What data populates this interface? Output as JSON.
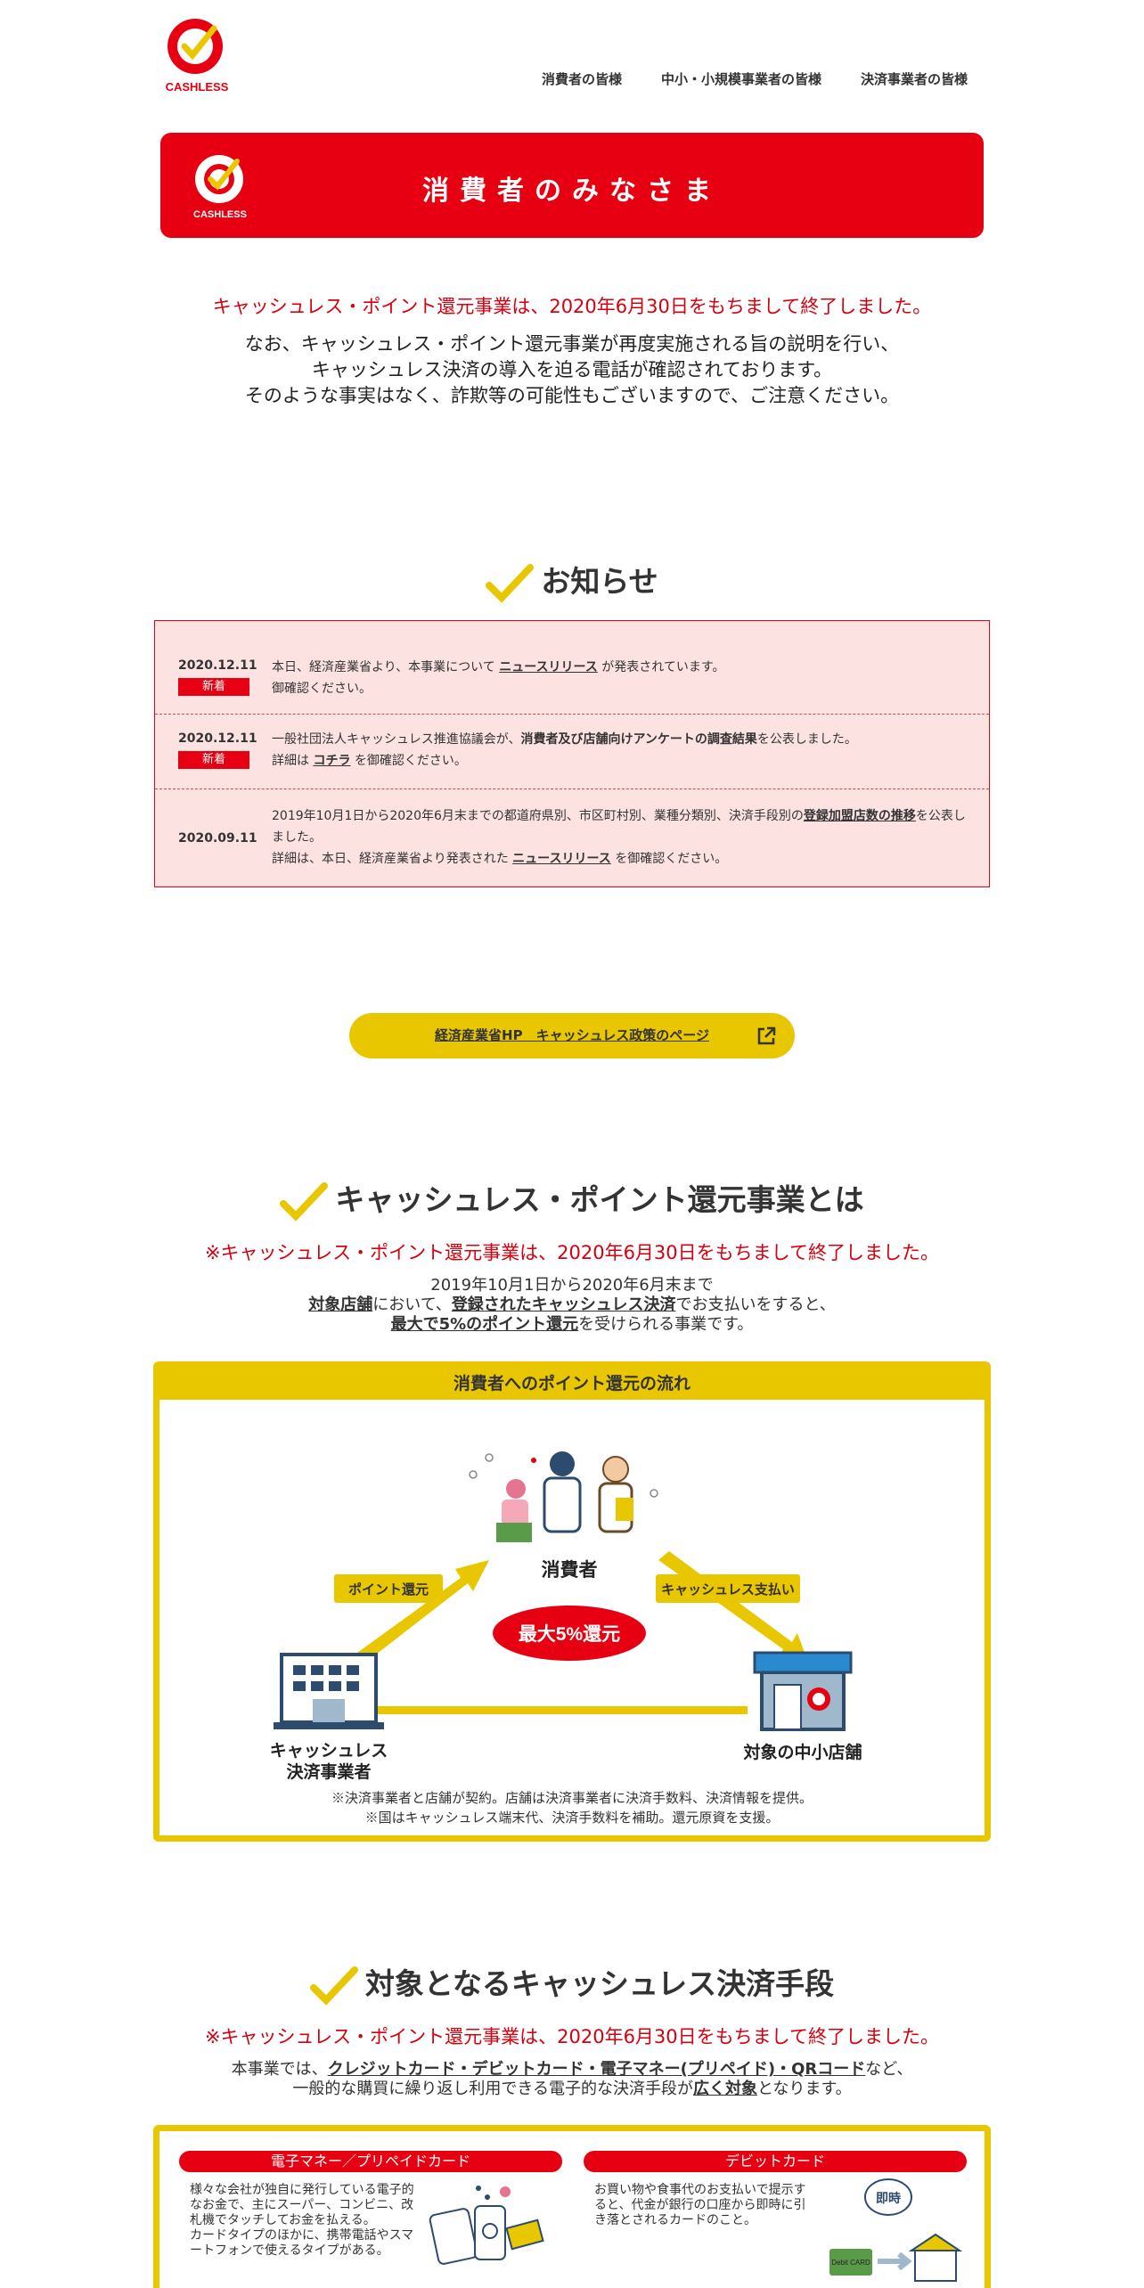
{
  "header": {
    "logo_text": "CASHLESS",
    "nav": [
      "消費者の皆様",
      "中小・小規模事業者の皆様",
      "決済事業者の皆様"
    ]
  },
  "hero": {
    "title": "消費者のみなさま",
    "logo_text": "CASHLESS"
  },
  "intro": {
    "notice": "キャッシュレス・ポイント還元事業は、2020年6月30日をもちまして終了しました。",
    "lines": [
      "なお、キャッシュレス・ポイント還元事業が再度実施される旨の説明を行い、",
      "キャッシュレス決済の導入を迫る電話が確認されております。",
      "そのような事実はなく、詐欺等の可能性もございますので、ご注意ください。"
    ]
  },
  "news_section": {
    "title": "お知らせ",
    "items": [
      {
        "date": "2020.12.11",
        "badge": "新着",
        "t1": "本日、経済産業省より、本事業について ",
        "link1": "ニュースリリース",
        "t2": " が発表されています。",
        "line2": "御確認ください。"
      },
      {
        "date": "2020.12.11",
        "badge": "新着",
        "t1": "一般社団法人キャッシュレス推進協議会が、",
        "link1": "消費者及び店舗向けアンケートの調査結果",
        "t2": "を公表しました。",
        "line2a": "詳細は ",
        "link2": "コチラ",
        "line2b": " を御確認ください。"
      },
      {
        "date": "2020.09.11",
        "t1": "2019年10月1日から2020年6月末までの都道府県別、市区町村別、業種分類別、決済手段別の",
        "link1": "登録加盟店数の推移",
        "t2": "を公表しました。",
        "line2a": "詳細は、本日、経済産業省より発表された ",
        "link2": "ニュースリリース",
        "line2b": " を御確認ください。"
      }
    ]
  },
  "policy_button": "経済産業省HP　キャッシュレス政策のページ",
  "about": {
    "title": "キャッシュレス・ポイント還元事業とは",
    "notice": "※キャッシュレス・ポイント還元事業は、2020年6月30日をもちまして終了しました。",
    "line1": "2019年10月1日から2020年6月末まで",
    "line2_a": "対象店舗",
    "line2_b": "において、",
    "line2_c": "登録されたキャッシュレス決済",
    "line2_d": "でお支払いをすると、",
    "line3_a": "最大で5%のポイント還元",
    "line3_b": "を受けられる事業です。"
  },
  "flow": {
    "title": "消費者へのポイント還元の流れ",
    "consumer": "消費者",
    "point_label": "ポイント還元",
    "cashless_pay_label": "キャッシュレス支払い",
    "max_return": "最大5%還元",
    "operator_line1": "キャッシュレス",
    "operator_line2": "決済事業者",
    "store": "対象の中小店舗",
    "note1": "※決済事業者と店舗が契約。店舗は決済事業者に決済手数料、決済情報を提供。",
    "note2": "※国はキャッシュレス端末代、決済手数料を補助。還元原資を支援。"
  },
  "methods": {
    "title": "対象となるキャッシュレス決済手段",
    "notice": "※キャッシュレス・ポイント還元事業は、2020年6月30日をもちまして終了しました。",
    "line1_a": "本事業では、",
    "line1_b": "クレジットカード・デビットカード・電子マネー(プリペイド)・QRコード",
    "line1_c": "など、",
    "line2_a": "一般的な購買に繰り返し利用できる電子的な決済手段が",
    "line2_b": "広く対象",
    "line2_c": "となります。",
    "emoney_title": "電子マネー／プリペイドカード",
    "emoney_text": [
      "様々な会社が独自に発行している電子的",
      "なお金で、主にスーパー、コンビニ、改",
      "札機でタッチしてお金を払える。",
      "カードタイプのほかに、携帯電話やスマ",
      "ートフォンで使えるタイプがある。"
    ],
    "debit_title": "デビットカード",
    "debit_text": [
      "お買い物や食事代のお支払いで提示す",
      "ると、代金が銀行の口座から即時に引",
      "き落とされるカードのこと。"
    ],
    "instant": "即時",
    "debit_card": "Debit CARD"
  },
  "colors": {
    "red": "#e60012",
    "yellow": "#e8c700",
    "pink": "#fde2e2"
  }
}
